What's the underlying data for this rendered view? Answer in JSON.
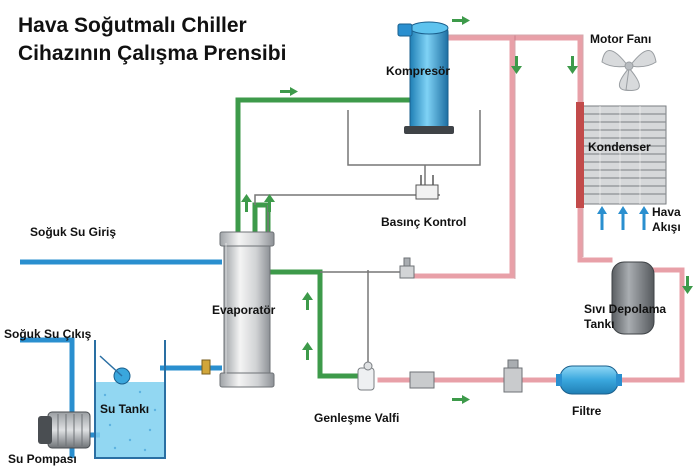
{
  "title": {
    "line1": "Hava Soğutmalı Chiller",
    "line2": "Cihazının Çalışma Prensibi"
  },
  "labels": {
    "compressor": "Kompresör",
    "motor_fan": "Motor Fanı",
    "condenser": "Kondenser",
    "pressure_control": "Basınç Kontrol",
    "air_flow_line1": "Hava",
    "air_flow_line2": "Akışı",
    "cold_water_in": "Soğuk Su Giriş",
    "evaporator": "Evaporatör",
    "liquid_tank_line1": "Sıvı Depolama",
    "liquid_tank_line2": "Tankı",
    "cold_water_out": "Soğuk Su Çıkış",
    "water_tank": "Su Tankı",
    "expansion_valve": "Genleşme Valfi",
    "filter": "Filtre",
    "water_pump": "Su Pompası"
  },
  "colors": {
    "refrigerant_hot": "#e8a0a8",
    "refrigerant_cold": "#3d9a4a",
    "water_line": "#2a8fcf",
    "control_line": "#777777",
    "flow_arrow": "#3d9a4a",
    "compressor_body": "#3aa7dd",
    "water_tank_fill": "#7fd0f0"
  }
}
